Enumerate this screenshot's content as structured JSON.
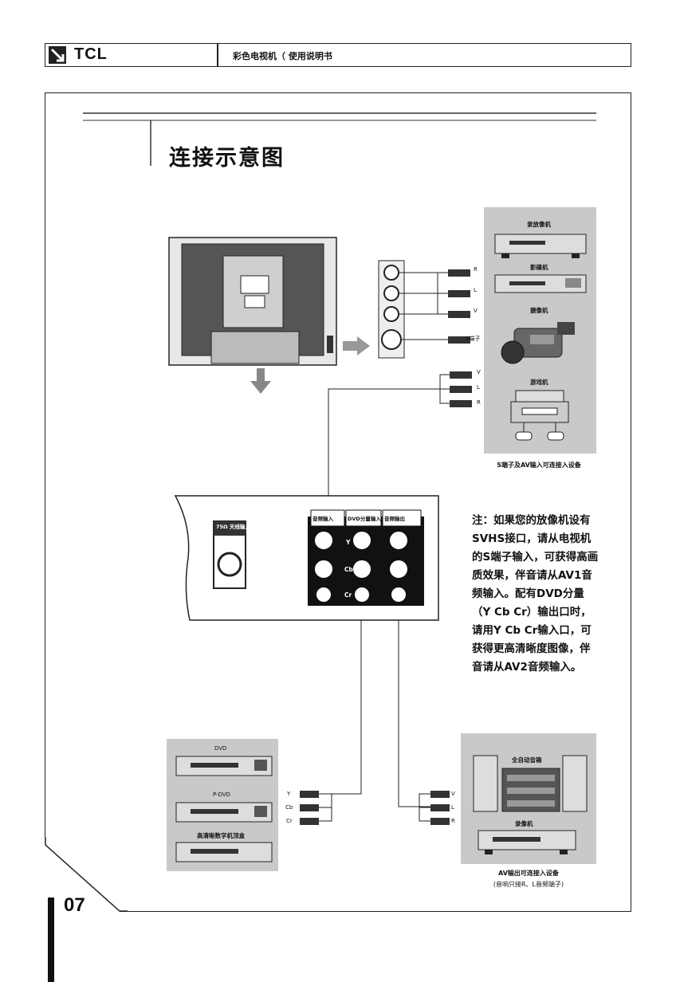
{
  "header": {
    "brand": "TCL",
    "document_title": "彩色电视机（ 使用说明书"
  },
  "section_title": "连接示意图",
  "page_number": "07",
  "right_panel": {
    "devices": [
      "录放像机",
      "影碟机",
      "摄像机",
      "游戏机"
    ],
    "caption": "S端子及AV输入可连接入设备",
    "s_terminal_label": "S端子",
    "upper_plugs": [
      "R",
      "L",
      "V"
    ],
    "lower_plugs": [
      "V",
      "L",
      "R"
    ]
  },
  "jack_panel": {
    "ant_label": "75Ω 天线输入",
    "groups": [
      "音频输入",
      "DVD分量输入",
      "音频输出"
    ],
    "component": [
      "Y",
      "Cb",
      "Cr"
    ]
  },
  "note": "注：如果您的放像机设有SVHS接口，请从电视机的S端子输入，可获得高画质效果，伴音请从AV1音频输入。配有DVD分量（Y Cb Cr）输出口时，请用Y Cb Cr输入口，可获得更高清晰度图像，伴音请从AV2音频输入。",
  "left_bottom_panel": {
    "devices": [
      "DVD",
      "P-DVD",
      "高清晰数字机顶盒"
    ],
    "plugs": [
      "Y",
      "Cb",
      "Cr"
    ]
  },
  "right_bottom_panel": {
    "devices": [
      "全自动音箱",
      "录像机"
    ],
    "plugs": [
      "V",
      "L",
      "R"
    ],
    "caption_line1": "AV输出可连接入设备",
    "caption_line2": "(音响只接R、L音频端子)"
  }
}
